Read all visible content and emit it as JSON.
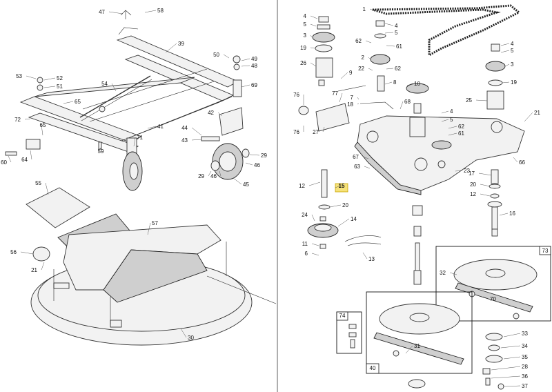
{
  "highlighted_part": "15",
  "colors": {
    "highlight": "#f6e27a",
    "line": "#222222",
    "paper": "#ffffff"
  },
  "callouts": [
    {
      "id": "c47",
      "label": "47"
    },
    {
      "id": "c58",
      "label": "58"
    },
    {
      "id": "c39",
      "label": "39"
    },
    {
      "id": "c50",
      "label": "50"
    },
    {
      "id": "c49",
      "label": "49"
    },
    {
      "id": "c48",
      "label": "48"
    },
    {
      "id": "c53",
      "label": "53"
    },
    {
      "id": "c52",
      "label": "52"
    },
    {
      "id": "c51",
      "label": "51"
    },
    {
      "id": "c54",
      "label": "54"
    },
    {
      "id": "c69",
      "label": "69"
    },
    {
      "id": "c65",
      "label": "65"
    },
    {
      "id": "c72",
      "label": "72"
    },
    {
      "id": "c65b",
      "label": "65"
    },
    {
      "id": "c42",
      "label": "42"
    },
    {
      "id": "c41",
      "label": "41"
    },
    {
      "id": "c44",
      "label": "44"
    },
    {
      "id": "c43",
      "label": "43"
    },
    {
      "id": "c71",
      "label": "71"
    },
    {
      "id": "c59",
      "label": "59"
    },
    {
      "id": "c29a",
      "label": "29"
    },
    {
      "id": "c29b",
      "label": "29"
    },
    {
      "id": "c46a",
      "label": "46"
    },
    {
      "id": "c46b",
      "label": "46"
    },
    {
      "id": "c45",
      "label": "45"
    },
    {
      "id": "c60",
      "label": "60"
    },
    {
      "id": "c64",
      "label": "64"
    },
    {
      "id": "c55",
      "label": "55"
    },
    {
      "id": "c57",
      "label": "57"
    },
    {
      "id": "c56",
      "label": "56"
    },
    {
      "id": "c21a",
      "label": "21"
    },
    {
      "id": "c30",
      "label": "30"
    },
    {
      "id": "c1",
      "label": "1"
    },
    {
      "id": "c4a",
      "label": "4"
    },
    {
      "id": "c5a",
      "label": "5"
    },
    {
      "id": "c3a",
      "label": "3"
    },
    {
      "id": "c19a",
      "label": "19"
    },
    {
      "id": "c26",
      "label": "26"
    },
    {
      "id": "c9",
      "label": "9"
    },
    {
      "id": "c4b",
      "label": "4"
    },
    {
      "id": "c5b",
      "label": "5"
    },
    {
      "id": "c62a",
      "label": "62"
    },
    {
      "id": "c61a",
      "label": "61"
    },
    {
      "id": "c2",
      "label": "2"
    },
    {
      "id": "c22",
      "label": "22"
    },
    {
      "id": "c62b",
      "label": "62"
    },
    {
      "id": "c8",
      "label": "8"
    },
    {
      "id": "c10",
      "label": "10"
    },
    {
      "id": "c76a",
      "label": "76"
    },
    {
      "id": "c77",
      "label": "77"
    },
    {
      "id": "c18",
      "label": "18"
    },
    {
      "id": "c7",
      "label": "7"
    },
    {
      "id": "c68",
      "label": "68"
    },
    {
      "id": "c4c",
      "label": "4"
    },
    {
      "id": "c5c",
      "label": "5"
    },
    {
      "id": "c62c",
      "label": "62"
    },
    {
      "id": "c61b",
      "label": "61"
    },
    {
      "id": "c76b",
      "label": "76"
    },
    {
      "id": "c27",
      "label": "27"
    },
    {
      "id": "c4d",
      "label": "4"
    },
    {
      "id": "c5d",
      "label": "5"
    },
    {
      "id": "c3b",
      "label": "3"
    },
    {
      "id": "c19b",
      "label": "19"
    },
    {
      "id": "c25",
      "label": "25"
    },
    {
      "id": "c21b",
      "label": "21"
    },
    {
      "id": "c67",
      "label": "67"
    },
    {
      "id": "c63",
      "label": "63"
    },
    {
      "id": "c66",
      "label": "66"
    },
    {
      "id": "c12a",
      "label": "12"
    },
    {
      "id": "c15",
      "label": "15"
    },
    {
      "id": "c20a",
      "label": "20"
    },
    {
      "id": "c24",
      "label": "24"
    },
    {
      "id": "c14",
      "label": "14"
    },
    {
      "id": "c11",
      "label": "11"
    },
    {
      "id": "c6",
      "label": "6"
    },
    {
      "id": "c13",
      "label": "13"
    },
    {
      "id": "c23",
      "label": "23"
    },
    {
      "id": "c17",
      "label": "17"
    },
    {
      "id": "c20b",
      "label": "20"
    },
    {
      "id": "c12b",
      "label": "12"
    },
    {
      "id": "c16",
      "label": "16"
    },
    {
      "id": "c73",
      "label": "73"
    },
    {
      "id": "c32",
      "label": "32"
    },
    {
      "id": "c70",
      "label": "70"
    },
    {
      "id": "c74",
      "label": "74"
    },
    {
      "id": "c31",
      "label": "31"
    },
    {
      "id": "c40",
      "label": "40"
    },
    {
      "id": "c33",
      "label": "33"
    },
    {
      "id": "c34",
      "label": "34"
    },
    {
      "id": "c35",
      "label": "35"
    },
    {
      "id": "c28",
      "label": "28"
    },
    {
      "id": "c36",
      "label": "36"
    },
    {
      "id": "c37",
      "label": "37"
    }
  ]
}
